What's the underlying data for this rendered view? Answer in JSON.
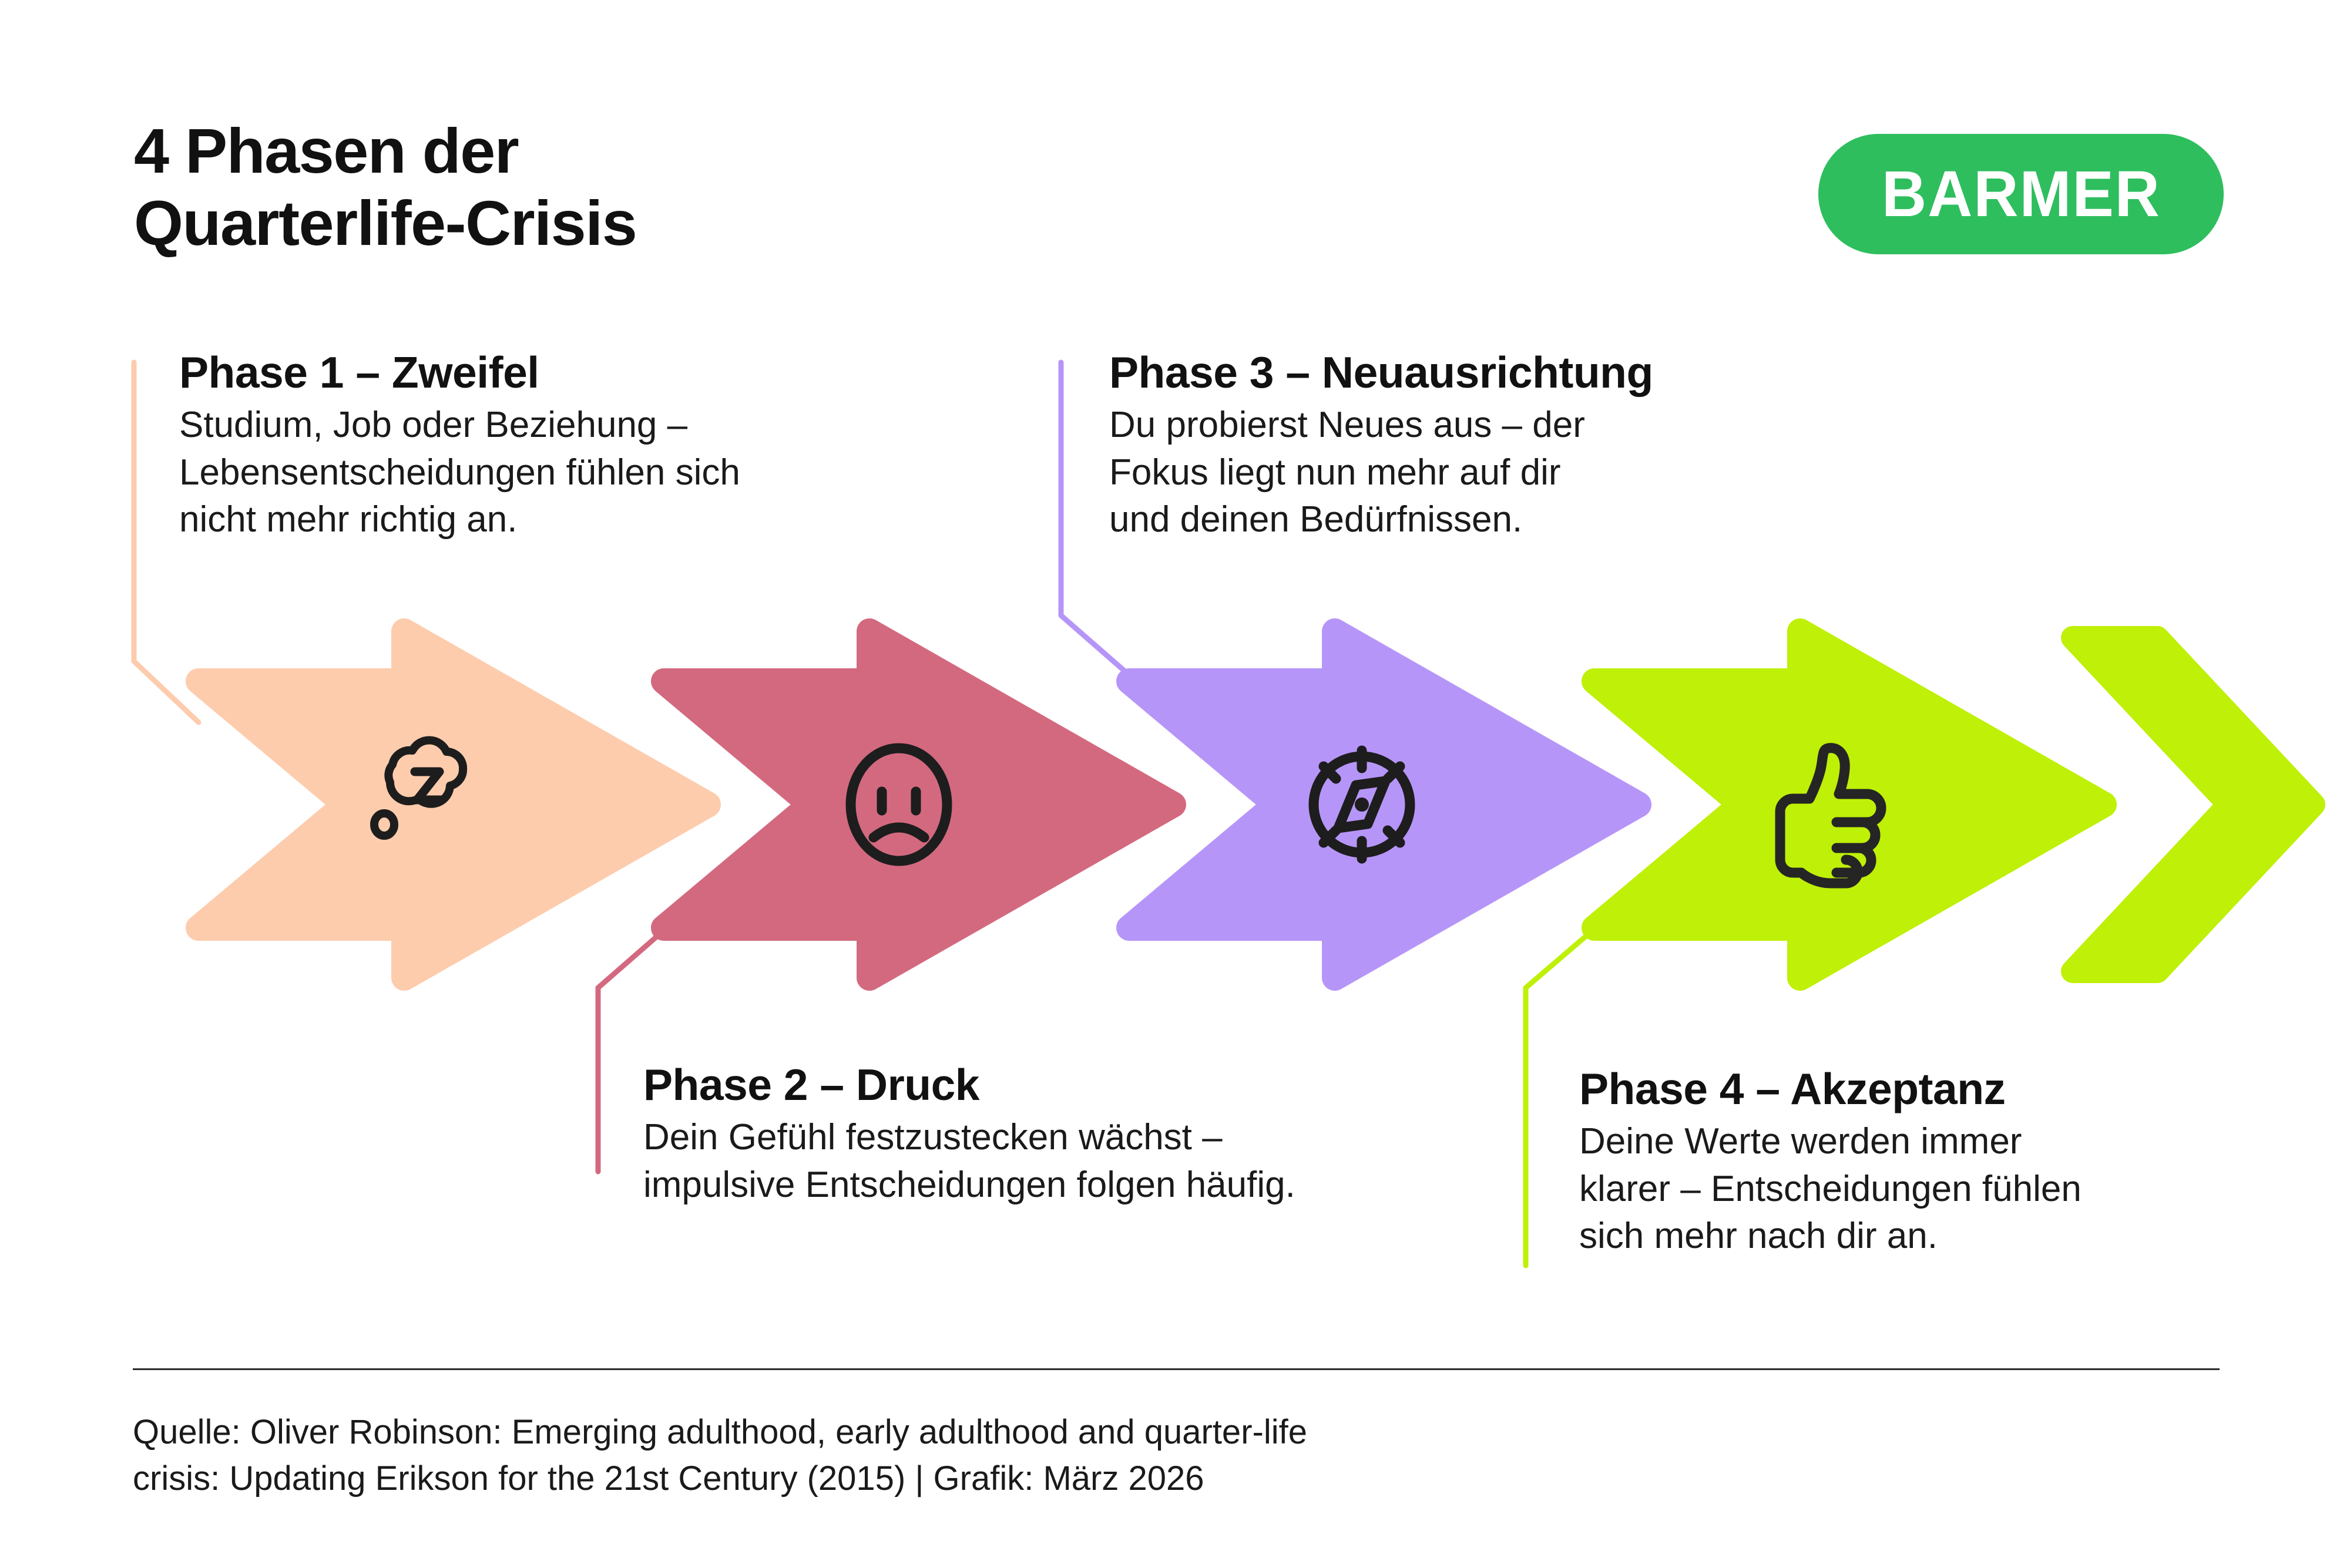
{
  "header": {
    "title": "4 Phasen der\nQuarterlife-Crisis",
    "logo_text": "BARMER",
    "logo_color": "#2EBE5E"
  },
  "phases": [
    {
      "heading": "Phase 1 – Zweifel",
      "body": "Studium, Job oder Beziehung –\nLebensentscheidungen fühlen sich\nnicht mehr richtig an.",
      "color": "#FDCCAD",
      "line_color": "#FDCCAD",
      "icon": "sleep-thought-bubble-z-icon",
      "position": "above"
    },
    {
      "heading": "Phase 2 – Druck",
      "body": "Dein Gefühl festzustecken wächst –\nimpulsive Entscheidungen folgen häufig.",
      "color": "#D3697F",
      "line_color": "#D3697F",
      "icon": "sad-face-icon",
      "position": "below"
    },
    {
      "heading": "Phase 3 – Neuausrichtung",
      "body": "Du probierst Neues aus – der\nFokus liegt nun mehr auf dir\nund deinen Bedürfnissen.",
      "color": "#B695F8",
      "line_color": "#B695F8",
      "icon": "compass-icon",
      "position": "above"
    },
    {
      "heading": "Phase 4 – Akzeptanz",
      "body": "Deine Werte werden immer\nklarer – Entscheidungen fühlen\nsich mehr nach dir an.",
      "color": "#BFF007",
      "line_color": "#BFF007",
      "icon": "thumbs-up-icon",
      "position": "below"
    }
  ],
  "trailing_chevron": {
    "color": "#BFF007",
    "name": "trailing-chevron"
  },
  "footer": {
    "source": "Quelle: Oliver Robinson: Emerging adulthood, early adulthood and quarter-life\ncrisis: Updating Erikson for the 21st Century (2015) | Grafik: März 2026"
  },
  "chart_data": {
    "type": "table",
    "title": "4 Phasen der Quarterlife-Crisis",
    "categories": [
      "Phase 1 – Zweifel",
      "Phase 2 – Druck",
      "Phase 3 – Neuausrichtung",
      "Phase 4 – Akzeptanz"
    ],
    "values": [
      1,
      2,
      3,
      4
    ],
    "xlabel": "",
    "ylabel": "",
    "grid": false,
    "legend": "none"
  }
}
